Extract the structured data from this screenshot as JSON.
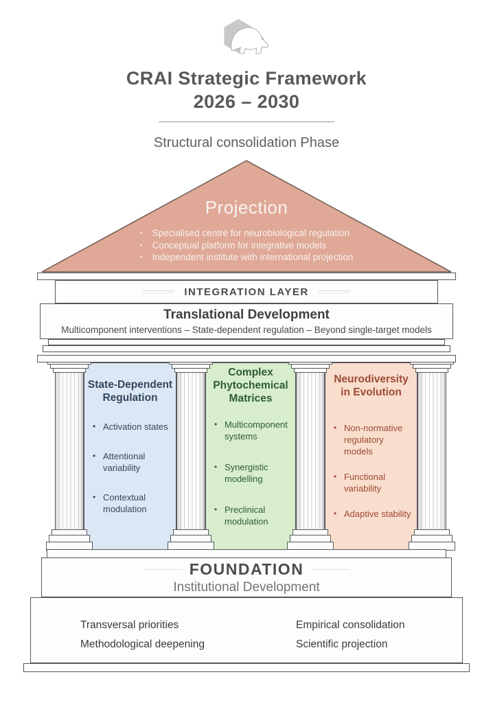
{
  "ui": {
    "square_bullet": "▪",
    "dot_bullet": "•"
  },
  "header": {
    "logo": "polar-bear-hexagon",
    "title": "CRAI Strategic Framework",
    "years": "2026 – 2030",
    "phase": "Structural consolidation Phase"
  },
  "pediment": {
    "title": "Projection",
    "bullets": [
      "Specialised centre for neurobiological regulation",
      "Conceptual platform for integrative models",
      "Independent institute with international projection"
    ],
    "bg": "#dfa897"
  },
  "integration": {
    "band_label": "INTEGRATION LAYER",
    "title": "Translational Development",
    "subtitle": "Multicomponent interventions – State-dependent regulation – Beyond single-target models"
  },
  "pillars": [
    {
      "title": "State-Dependent Regulation",
      "bullets": [
        "Activation states",
        "Attentional variability",
        "Contextual modulation"
      ],
      "bg": "#dbe7f4",
      "fg": "#33475e"
    },
    {
      "title": "Complex Phytochemical Matrices",
      "bullets": [
        "Multicomponent systems",
        "Synergistic modelling",
        "Preclinical modulation"
      ],
      "bg": "#d7edcc",
      "fg": "#2e5c33"
    },
    {
      "title": "Neurodiversity in Evolution",
      "bullets": [
        "Non-normative regulatory models",
        "Functional variability",
        "Adaptive stability"
      ],
      "bg": "#f9decd",
      "fg": "#9c4a36"
    }
  ],
  "foundation": {
    "label": "FOUNDATION",
    "title": "Institutional Development",
    "columns": [
      [
        "Transversal priorities",
        "Methodological deepening"
      ],
      [
        "Empirical consolidation",
        "Scientific projection"
      ]
    ]
  }
}
